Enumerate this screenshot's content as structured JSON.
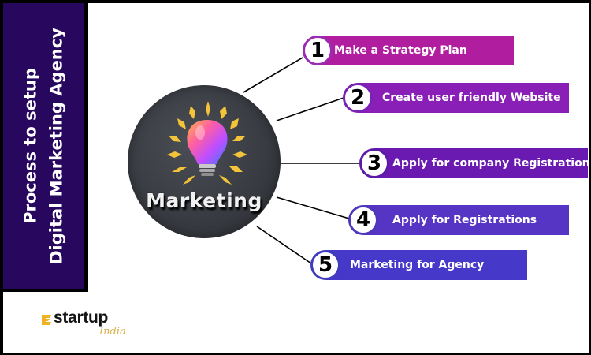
{
  "sidebar": {
    "title_line1": "Process to setup",
    "title_line2": "Digital Marketing Agency"
  },
  "hub": {
    "label": "Marketing",
    "icon": "lightbulb-icon"
  },
  "steps": [
    {
      "number": "1",
      "label": "Make a Strategy Plan",
      "color": "#b01e9f",
      "badge_border": "#9a2bb3"
    },
    {
      "number": "2",
      "label": "Create user friendly Website",
      "color": "#8a1fb8",
      "badge_border": "#7b22b6"
    },
    {
      "number": "3",
      "label": "Apply for company Registration",
      "color": "#6a1ab0",
      "badge_border": "#5a1ca6"
    },
    {
      "number": "4",
      "label": "Apply for Registrations",
      "color": "#5634c4",
      "badge_border": "#4f36bb"
    },
    {
      "number": "5",
      "label": "Marketing for Agency",
      "color": "#4638c9",
      "badge_border": "#3f3bbd"
    }
  ],
  "logo": {
    "text": "startup",
    "script": "India",
    "mark_color": "#f0b323"
  },
  "colors": {
    "sidebar_bg": "#28075e",
    "frame": "#000000"
  }
}
